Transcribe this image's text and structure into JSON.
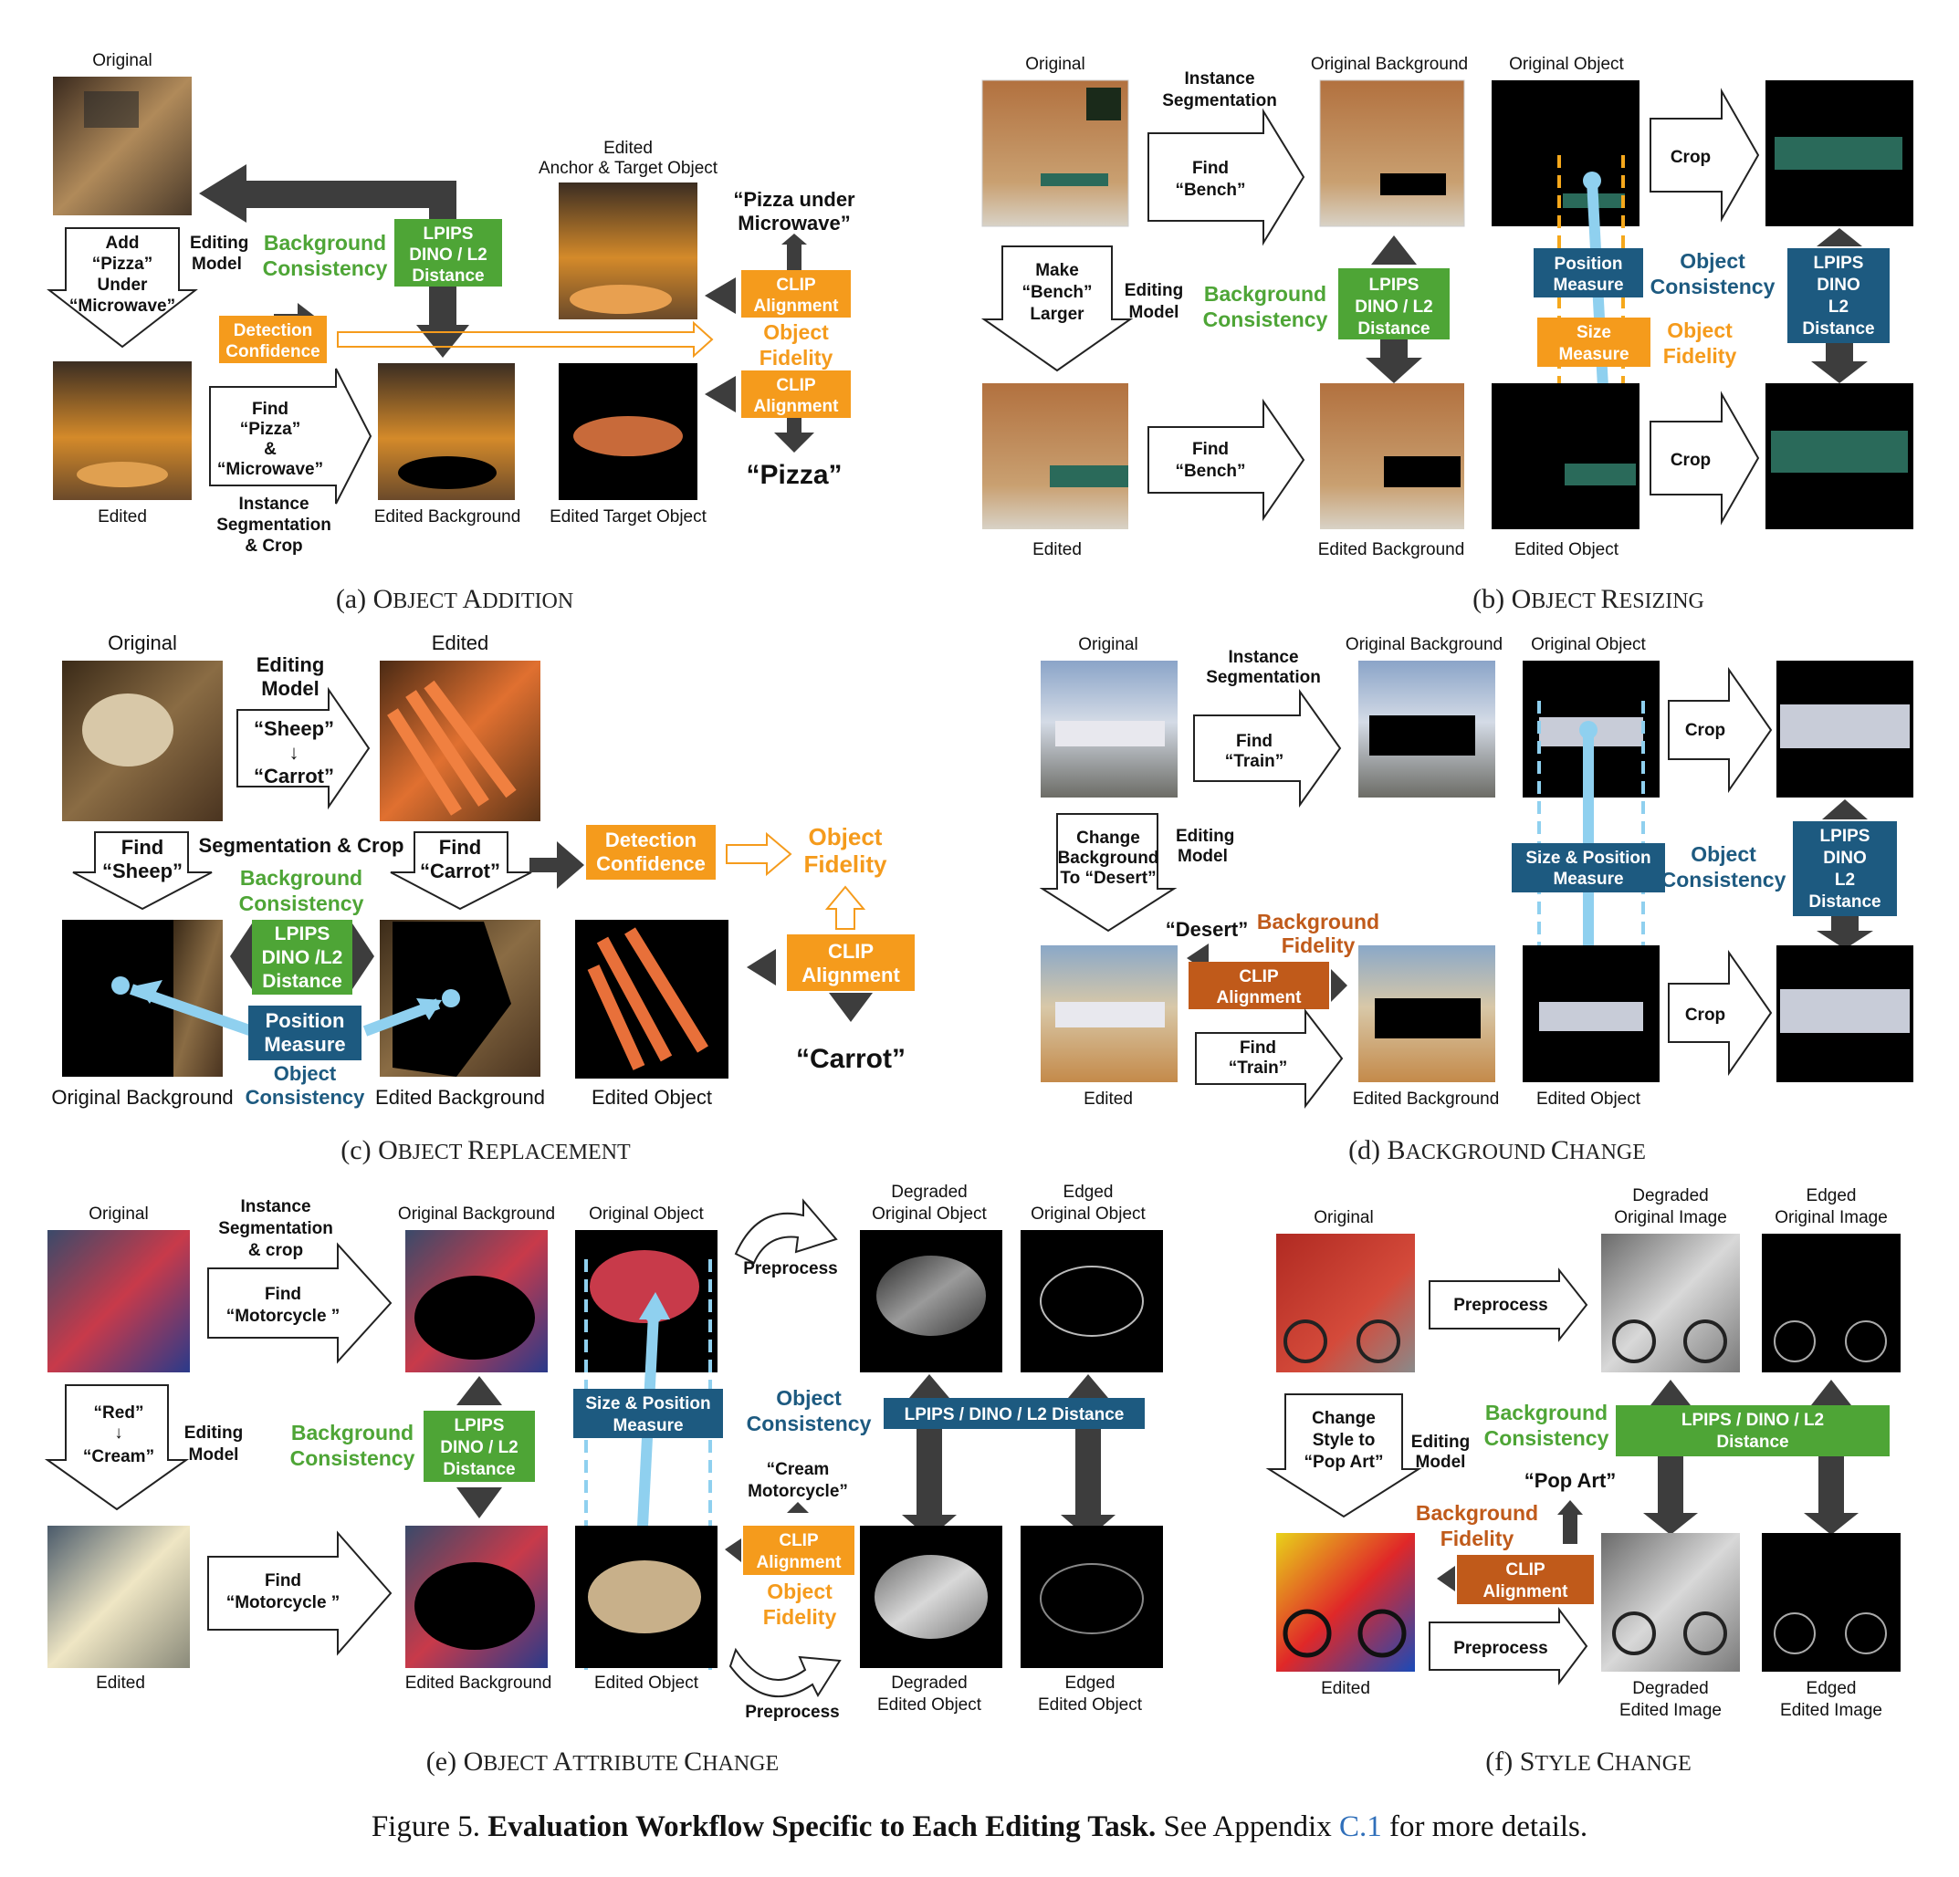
{
  "colors": {
    "green": "#4ea536",
    "orange": "#f59b1c",
    "blue": "#1d5a80",
    "rust": "#c05a1a",
    "dark": "#3d3d3d",
    "light_blue": "#8fd0ef"
  },
  "a": {
    "original": "Original",
    "edited": "Edited",
    "add": [
      "Add",
      "“Pizza”",
      "Under",
      "“Microwave”"
    ],
    "editing_model": [
      "Editing",
      "Model"
    ],
    "bg_consistency": [
      "Background",
      "Consistency"
    ],
    "lpips": [
      "LPIPS",
      "DINO / L2",
      "Distance"
    ],
    "detection": [
      "Detection",
      "Confidence"
    ],
    "find": [
      "Find",
      "“Pizza”",
      "&",
      "“Microwave”"
    ],
    "inst_seg": [
      "Instance",
      "Segmentation",
      "& Crop"
    ],
    "edited_bg": "Edited Background",
    "edited_anchor": [
      "Edited",
      "Anchor & Target Object"
    ],
    "edited_target": "Edited Target Object",
    "pizza_under": [
      "“Pizza under",
      "Microwave”"
    ],
    "clip": [
      "CLIP",
      "Alignment"
    ],
    "object_fidelity": [
      "Object",
      "Fidelity"
    ],
    "pizza": "“Pizza”",
    "caption": {
      "letter": "(a) ",
      "first": "O",
      "rest1": "BJECT ",
      "second": "A",
      "rest2": "DDITION"
    }
  },
  "b": {
    "original": "Original",
    "inst_seg": [
      "Instance",
      "Segmentation"
    ],
    "orig_bg": "Original Background",
    "orig_obj": "Original Object",
    "find": [
      "Find",
      "“Bench”"
    ],
    "crop": "Crop",
    "make": [
      "Make",
      "“Bench”",
      "Larger"
    ],
    "editing_model": [
      "Editing",
      "Model"
    ],
    "bg_consistency": [
      "Background",
      "Consistency"
    ],
    "lpips": [
      "LPIPS",
      "DINO / L2",
      "Distance"
    ],
    "position": [
      "Position",
      "Measure"
    ],
    "obj_consistency": [
      "Object",
      "Consistency"
    ],
    "size": [
      "Size",
      "Measure"
    ],
    "object_fidelity": [
      "Object",
      "Fidelity"
    ],
    "lpips2": [
      "LPIPS",
      "DINO",
      "L2",
      "Distance"
    ],
    "edited": "Edited",
    "edited_bg": "Edited Background",
    "edited_obj": "Edited Object",
    "caption": {
      "letter": "(b) ",
      "first": "O",
      "rest1": "BJECT ",
      "second": "R",
      "rest2": "ESIZING"
    }
  },
  "c": {
    "original": "Original",
    "edited": "Edited",
    "editing_model": [
      "Editing",
      "Model"
    ],
    "sheep_carrot": [
      "“Sheep”",
      "↓",
      "“Carrot”"
    ],
    "find_sheep": [
      "Find",
      "“Sheep”"
    ],
    "seg_crop": "Segmentation & Crop",
    "find_carrot": [
      "Find",
      "“Carrot”"
    ],
    "detection": [
      "Detection",
      "Confidence"
    ],
    "object_fidelity": [
      "Object",
      "Fidelity"
    ],
    "bg_consistency": [
      "Background",
      "Consistency"
    ],
    "lpips": [
      "LPIPS",
      "DINO /L2",
      "Distance"
    ],
    "position": [
      "Position",
      "Measure"
    ],
    "obj_consistency": [
      "Object",
      "Consistency"
    ],
    "clip": [
      "CLIP",
      "Alignment"
    ],
    "carrot": "“Carrot”",
    "orig_bg": "Original Background",
    "edited_bg": "Edited Background",
    "edited_obj": "Edited Object",
    "caption": {
      "letter": "(c) ",
      "first": "O",
      "rest1": "BJECT ",
      "second": "R",
      "rest2": "EPLACEMENT"
    }
  },
  "d": {
    "original": "Original",
    "inst_seg": [
      "Instance",
      "Segmentation"
    ],
    "orig_bg": "Original Background",
    "orig_obj": "Original Object",
    "find": [
      "Find",
      "“Train”"
    ],
    "crop": "Crop",
    "change": [
      "Change",
      "Background",
      "To “Desert”"
    ],
    "editing_model": [
      "Editing",
      "Model"
    ],
    "desert": "“Desert”",
    "bg_fidelity": [
      "Background",
      "Fidelity"
    ],
    "clip": [
      "CLIP",
      "Alignment"
    ],
    "size_pos": [
      "Size & Position",
      "Measure"
    ],
    "obj_consistency": [
      "Object",
      "Consistency"
    ],
    "lpips": [
      "LPIPS",
      "DINO",
      "L2",
      "Distance"
    ],
    "edited": "Edited",
    "edited_bg": "Edited Background",
    "edited_obj": "Edited Object",
    "caption": {
      "letter": "(d) ",
      "first": "B",
      "rest1": "ACKGROUND ",
      "second": "C",
      "rest2": "HANGE"
    }
  },
  "e": {
    "original": "Original",
    "inst_seg": [
      "Instance",
      "Segmentation",
      "& crop"
    ],
    "orig_bg": "Original Background",
    "orig_obj": "Original Object",
    "find": [
      "Find",
      "“Motorcycle ”"
    ],
    "preprocess": "Preprocess",
    "degraded_orig": [
      "Degraded",
      "Original Object"
    ],
    "edged_orig": [
      "Edged",
      "Original Object"
    ],
    "red_cream": [
      "“Red”",
      "↓",
      "“Cream”"
    ],
    "editing_model": [
      "Editing",
      "Model"
    ],
    "bg_consistency": [
      "Background",
      "Consistency"
    ],
    "lpips": [
      "LPIPS",
      "DINO / L2",
      "Distance"
    ],
    "size_pos": [
      "Size & Position",
      "Measure"
    ],
    "obj_consistency": [
      "Object",
      "Consistency"
    ],
    "lpips_wide": "LPIPS / DINO / L2 Distance",
    "cream_moto": [
      "“Cream",
      "Motorcycle”"
    ],
    "clip": [
      "CLIP",
      "Alignment"
    ],
    "object_fidelity": [
      "Object",
      "Fidelity"
    ],
    "edited": "Edited",
    "edited_bg": "Edited Background",
    "edited_obj": "Edited Object",
    "degraded_edit": [
      "Degraded",
      "Edited Object"
    ],
    "edged_edit": [
      "Edged",
      "Edited Object"
    ],
    "caption": {
      "letter": "(e) ",
      "first": "O",
      "rest1": "BJECT ",
      "second": "A",
      "rest2": "TTRIBUTE ",
      "third": "C",
      "rest3": "HANGE"
    }
  },
  "f": {
    "original": "Original",
    "degraded_orig": [
      "Degraded",
      "Original Image"
    ],
    "edged_orig": [
      "Edged",
      "Original Image"
    ],
    "preprocess": "Preprocess",
    "change": [
      "Change",
      "Style to",
      "“Pop Art”"
    ],
    "editing_model": [
      "Editing",
      "Model"
    ],
    "bg_consistency": [
      "Background",
      "Consistency"
    ],
    "lpips": [
      "LPIPS / DINO / L2",
      "Distance"
    ],
    "pop_art": "“Pop Art”",
    "bg_fidelity": [
      "Background",
      "Fidelity"
    ],
    "clip": [
      "CLIP",
      "Alignment"
    ],
    "edited": "Edited",
    "degraded_edit": [
      "Degraded",
      "Edited Image"
    ],
    "edged_edit": [
      "Edged",
      "Edited Image"
    ],
    "caption": {
      "letter": "(f) ",
      "first": "S",
      "rest1": "TYLE ",
      "second": "C",
      "rest2": "HANGE"
    }
  },
  "figure": {
    "label": "Figure 5. ",
    "bold": "Evaluation Workflow Specific to Each Editing Task.",
    "rest1": " See Appendix ",
    "link": "C.1",
    "rest2": " for more details."
  }
}
